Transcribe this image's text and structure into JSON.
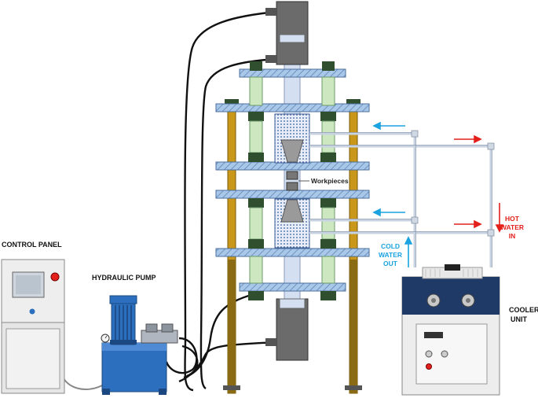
{
  "labels": {
    "control_panel": "CONTROL PANEL",
    "hydraulic_pump": "HYDRAULIC PUMP",
    "workpieces": "Workpieces",
    "cold_water_out": [
      "COLD",
      "WATER",
      "OUT"
    ],
    "hot_water_in": [
      "HOT",
      "WATER",
      "IN"
    ],
    "cooler_unit": [
      "COOLER",
      "UNIT"
    ]
  },
  "colors": {
    "hot_water": "#e3201b",
    "cold_water": "#1aa3e0",
    "cooler_top": "#1f3a66",
    "pump_blue": "#2c6fbf",
    "column_gold": "#b8860b",
    "spring_green": "#cde8c0"
  }
}
